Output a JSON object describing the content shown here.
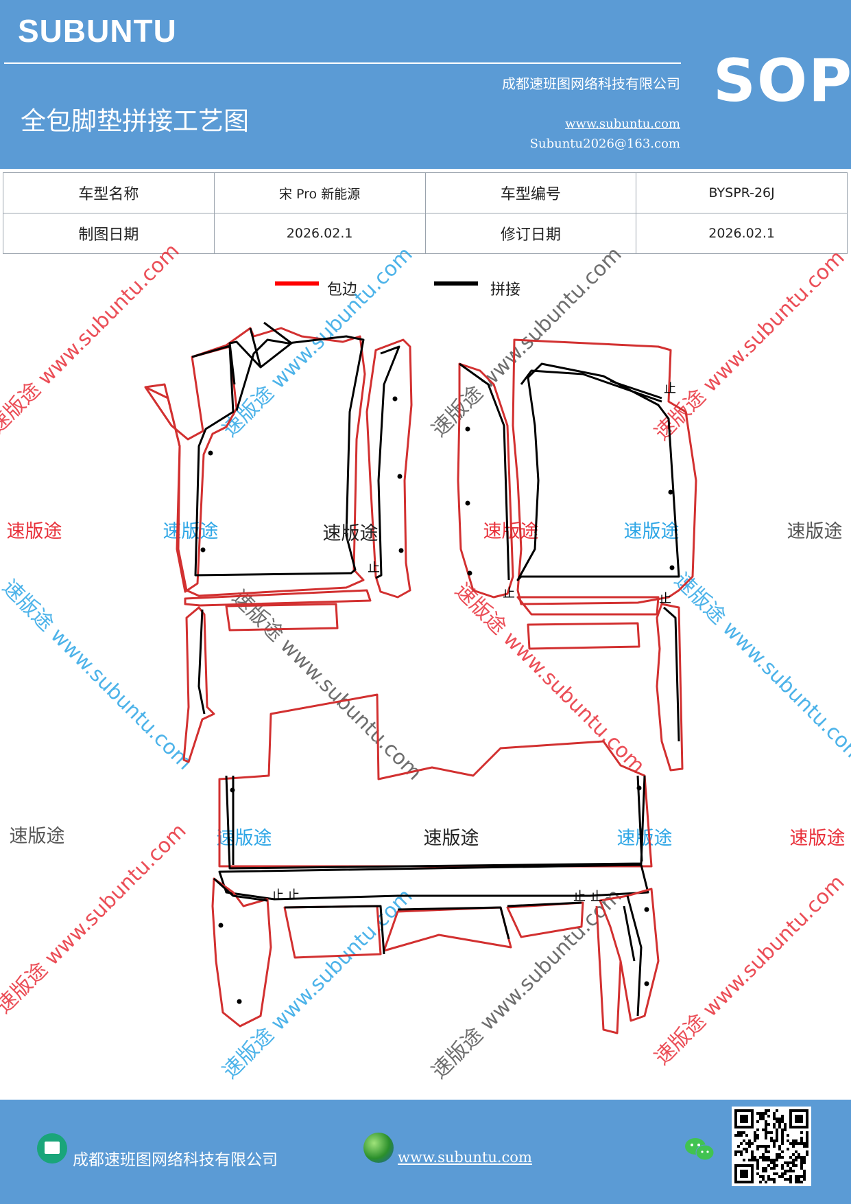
{
  "header": {
    "brand": "SUBUNTU",
    "title": "全包脚垫拼接工艺图",
    "company": "成都速班图网络科技有限公司",
    "website": "www.subuntu.com",
    "email": "Subuntu2026@163.com",
    "badge": "SOP"
  },
  "info_table": {
    "model_name_label": "车型名称",
    "model_name_value": "宋 Pro 新能源",
    "model_code_label": "车型编号",
    "model_code_value": "BYSPR-26J",
    "draw_date_label": "制图日期",
    "draw_date_value": "2026.02.1",
    "revise_date_label": "修订日期",
    "revise_date_value": "2026.02.1"
  },
  "legend": {
    "red_label": "包边",
    "black_label": "拼接",
    "red_color": "#ff0000",
    "black_color": "#000000"
  },
  "watermark": {
    "diag_text": "速版途 www.subuntu.com",
    "short_text": "速版途",
    "colors": [
      "#e8303a",
      "#2ea6e6",
      "#555555"
    ]
  },
  "diagram": {
    "center_label": "速版途",
    "stop_mark": "止"
  },
  "footer": {
    "company": "成都速班图网络科技有限公司",
    "website": "www.subuntu.com",
    "icons": [
      "home-icon",
      "globe-icon",
      "wechat-icon",
      "qr-code"
    ]
  }
}
